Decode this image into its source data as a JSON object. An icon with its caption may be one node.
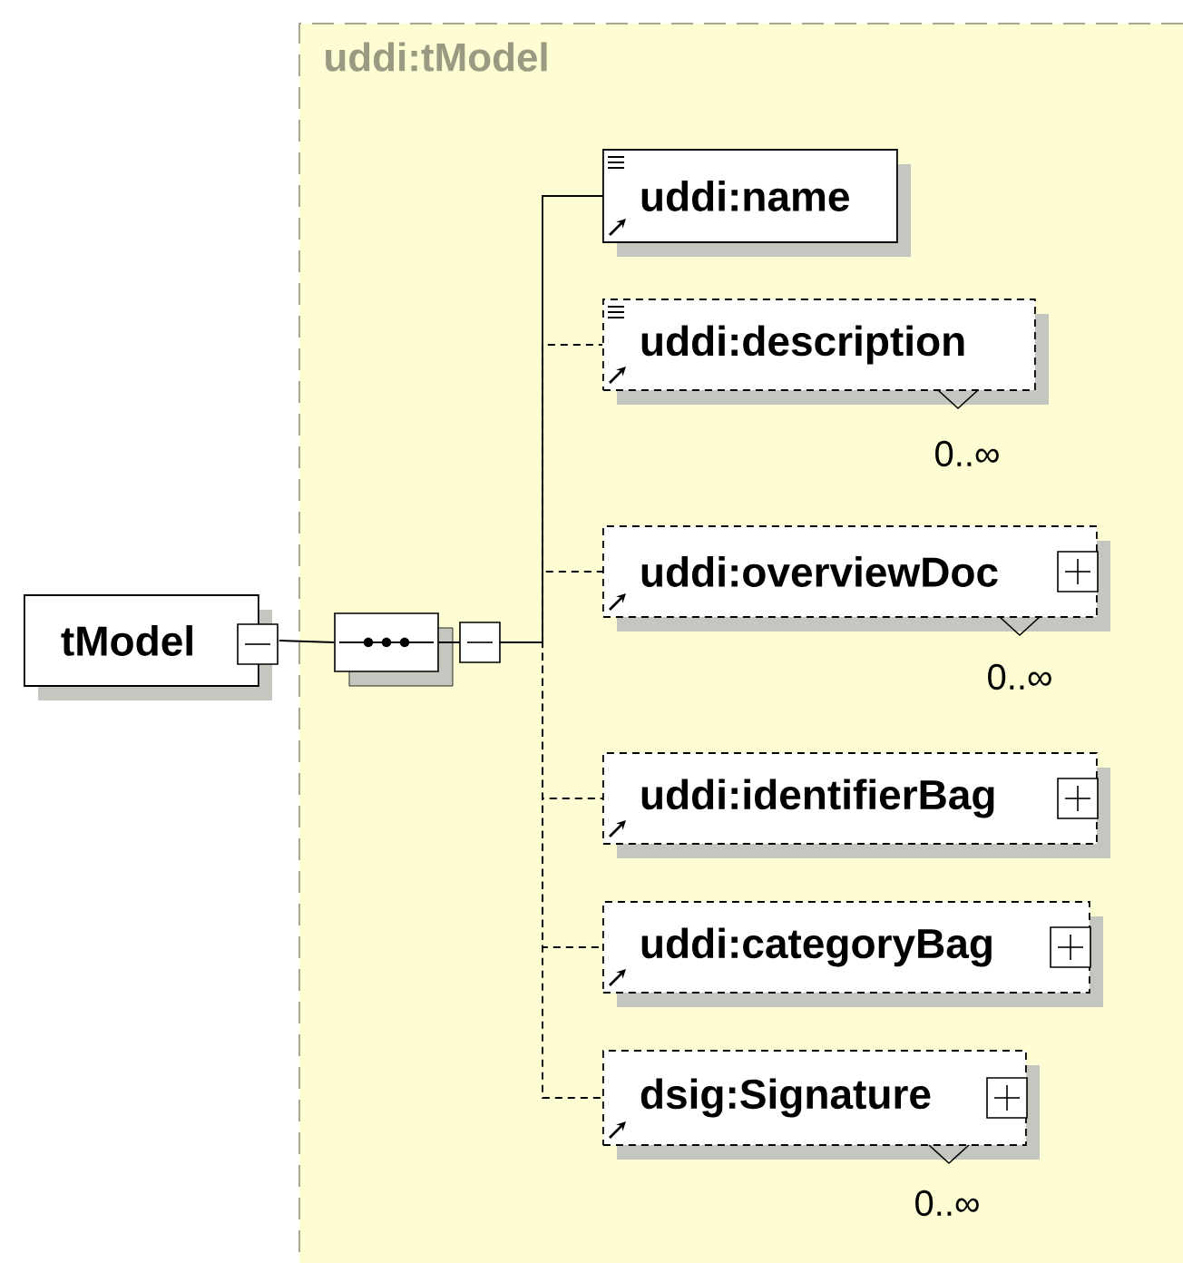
{
  "diagram": {
    "nodes": [
      {
        "text": [
          "tModel"
        ]
      },
      {
        "text": [
          "uddi:tModel"
        ]
      },
      {
        "text": [],
        "shape": "octagon",
        "in": 1
      },
      {
        "text": [
          "uddi:name"
        ],
        "in": 1
      },
      {
        "text": [
          "uddi:description"
        ],
        "in": 1,
        "beside": [
          "0..∞"
        ]
      },
      {
        "text": [
          "uddi:overviewDoc"
        ],
        "in": 1,
        "beside": [
          "0..∞"
        ]
      },
      {
        "text": [
          "uddi:identifierBag"
        ],
        "in": 1
      },
      {
        "text": [
          "uddi:categoryBag"
        ],
        "in": 1
      },
      {
        "text": [
          "dsig:Signature"
        ],
        "in": 1,
        "beside": [
          "0..∞"
        ]
      }
    ],
    "edges": [
      {
        "from": 0,
        "to": 2,
        "arrow": "none"
      },
      {
        "from": 2,
        "to": 3,
        "arrow": "none"
      },
      {
        "from": 2,
        "to": 4,
        "arrow": "none",
        "style": "dashed"
      },
      {
        "from": 2,
        "to": 5,
        "arrow": "none",
        "style": "dashed"
      },
      {
        "from": 2,
        "to": 6,
        "arrow": "none",
        "style": "dashed"
      },
      {
        "from": 2,
        "to": 7,
        "arrow": "none",
        "style": "dashed"
      },
      {
        "from": 2,
        "to": 8,
        "arrow": "none",
        "style": "dashed"
      }
    ]
  }
}
